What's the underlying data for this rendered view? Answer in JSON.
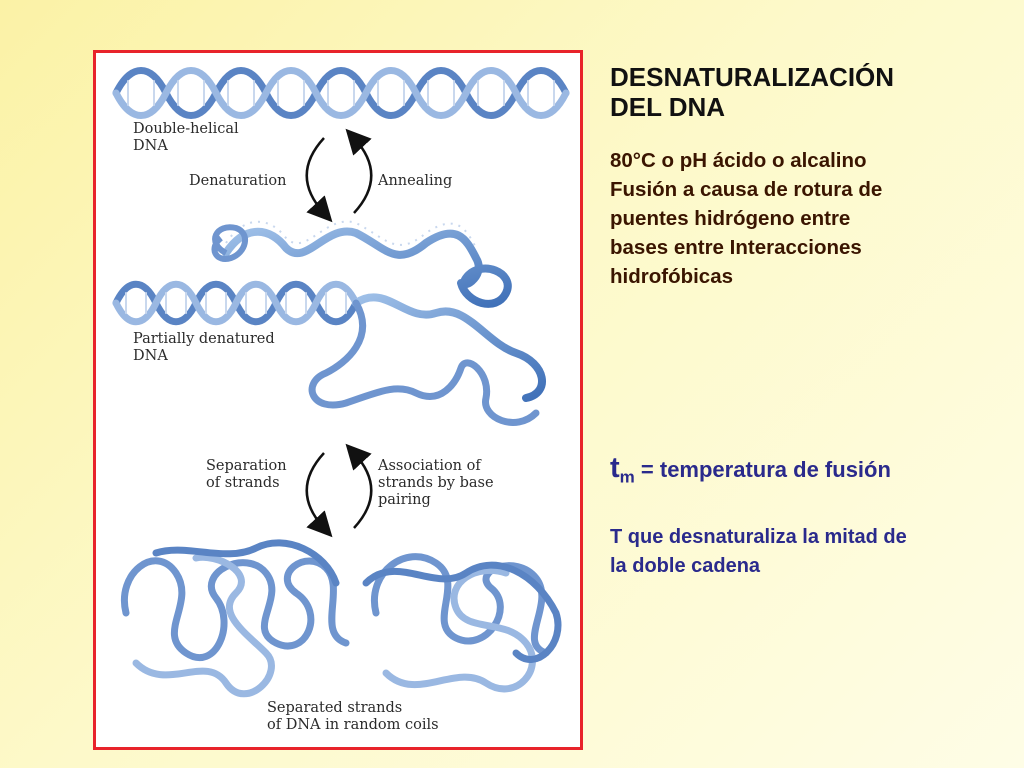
{
  "slide": {
    "title": "DESNATURALIZACIÓN\nDEL DNA",
    "description": "80°C o pH ácido o alcalino\nFusión a causa de rotura de\npuentes hidrógeno entre\nbases entre Interacciones\nhidrofóbicas",
    "tm_symbol": "t",
    "tm_subscript": "m",
    "tm_definition": " = temperatura de fusión",
    "tm_explanation": "T que desnaturaliza la mitad de\nla doble cadena"
  },
  "figure": {
    "labels": {
      "double_helical": "Double-helical\nDNA",
      "denaturation": "Denaturation",
      "annealing": "Annealing",
      "partially_denatured": "Partially denatured\nDNA",
      "separation": "Separation\nof strands",
      "association": "Association of\nstrands by base\npairing",
      "separated_strands": "Separated strands\nof DNA in random coils"
    }
  }
}
